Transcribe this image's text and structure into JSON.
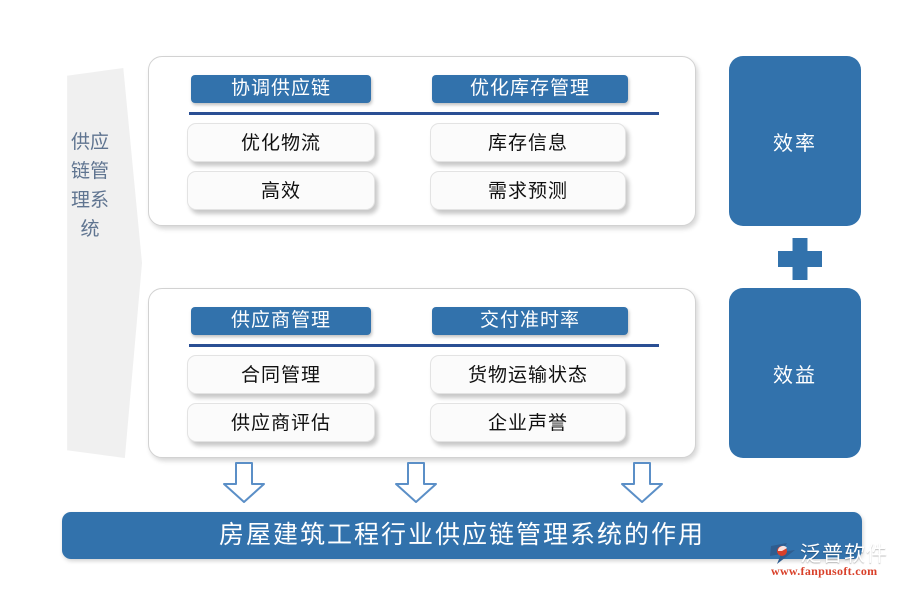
{
  "title_bar": {
    "banner_text": "房屋建筑工程行业供应链管理系统的作用"
  },
  "left_pillar": {
    "name": "供应链管理系统",
    "chars": "供应链管理系统"
  },
  "groups": [
    {
      "id": "group-top",
      "columns": [
        {
          "header": "协调供应链",
          "items": [
            "优化物流",
            "高效"
          ]
        },
        {
          "header": "优化库存管理",
          "items": [
            "库存信息",
            "需求预测"
          ]
        }
      ]
    },
    {
      "id": "group-bottom",
      "columns": [
        {
          "header": "供应商管理",
          "items": [
            "合同管理",
            "供应商评估"
          ]
        },
        {
          "header": "交付准时率",
          "items": [
            "货物运输状态",
            "企业声誉"
          ]
        }
      ]
    }
  ],
  "outcomes": [
    {
      "label": "效率"
    },
    {
      "label": "效益"
    }
  ],
  "connector": {
    "plus_symbol": "+",
    "arrow_count": 3,
    "arrow_symbol": "⇩"
  },
  "watermark": {
    "text": "泛普软件"
  },
  "logo": {
    "brand_cn": "泛普软件",
    "url": "www.fanpusoft.com"
  },
  "colors": {
    "accent_blue": "#3272ac",
    "divider_navy": "#2a4f94",
    "pillar_gray": "#f0f0f0",
    "pillar_text": "#5f7490",
    "card_white": "#fbfbfb",
    "logo_url_red": "#d9402a"
  }
}
